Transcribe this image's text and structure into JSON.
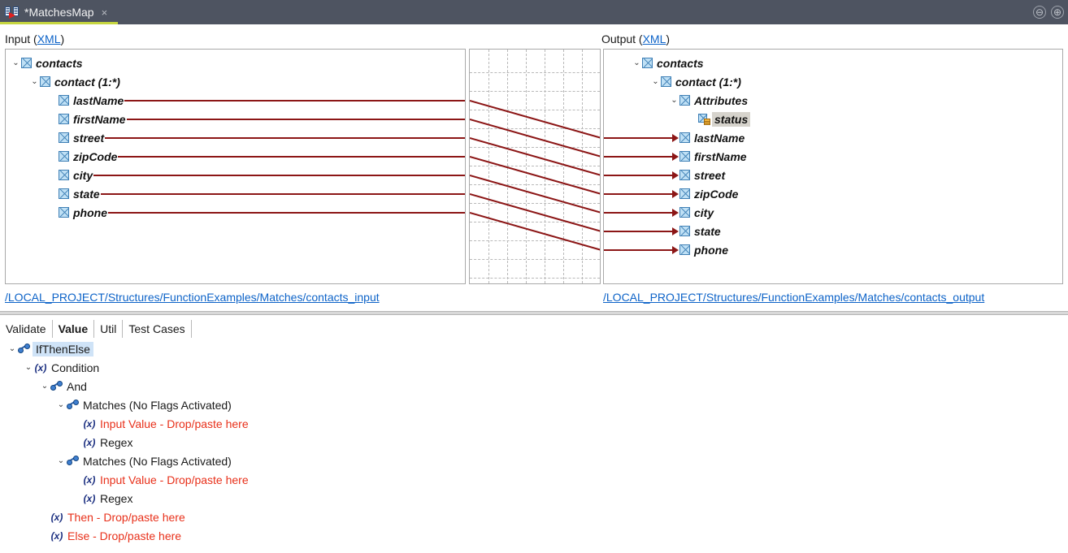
{
  "titlebar": {
    "tab_label": "*MatchesMap",
    "tab_icon": "mapping-document-icon",
    "close_icon": "×",
    "minimize_icon": "⊖",
    "maximize_icon": "⊕",
    "bar_color": "#4e5461",
    "accent_color": "#c6d63f"
  },
  "input_panel": {
    "header_text": "Input (",
    "header_link": "XML",
    "header_suffix": ")",
    "path": "/LOCAL_PROJECT/Structures/FunctionExamples/Matches/contacts_input",
    "nodes": [
      {
        "label": "contacts",
        "depth": 0,
        "twisty": "⌄",
        "icon": "element-icon"
      },
      {
        "label": "contact (1:*)",
        "depth": 1,
        "twisty": "⌄",
        "icon": "element-icon"
      },
      {
        "label": "lastName",
        "depth": 2,
        "twisty": "",
        "icon": "element-icon"
      },
      {
        "label": "firstName",
        "depth": 2,
        "twisty": "",
        "icon": "element-icon"
      },
      {
        "label": "street",
        "depth": 2,
        "twisty": "",
        "icon": "element-icon"
      },
      {
        "label": "zipCode",
        "depth": 2,
        "twisty": "",
        "icon": "element-icon"
      },
      {
        "label": "city",
        "depth": 2,
        "twisty": "",
        "icon": "element-icon"
      },
      {
        "label": "state",
        "depth": 2,
        "twisty": "",
        "icon": "element-icon"
      },
      {
        "label": "phone",
        "depth": 2,
        "twisty": "",
        "icon": "element-icon"
      }
    ]
  },
  "output_panel": {
    "header_text": "Output (",
    "header_link": "XML",
    "header_suffix": ")",
    "path": "/LOCAL_PROJECT/Structures/FunctionExamples/Matches/contacts_output",
    "nodes": [
      {
        "label": "contacts",
        "depth": 0,
        "twisty": "⌄",
        "icon": "element-icon",
        "selected": false,
        "arrow": false
      },
      {
        "label": "contact (1:*)",
        "depth": 1,
        "twisty": "⌄",
        "icon": "element-icon",
        "selected": false,
        "arrow": false
      },
      {
        "label": "Attributes",
        "depth": 2,
        "twisty": "⌄",
        "icon": "element-icon",
        "selected": false,
        "arrow": false
      },
      {
        "label": "status",
        "depth": 3,
        "twisty": "",
        "icon": "attribute-icon",
        "selected": true,
        "arrow": false
      },
      {
        "label": "lastName",
        "depth": 2,
        "twisty": "",
        "icon": "element-icon",
        "selected": false,
        "arrow": true
      },
      {
        "label": "firstName",
        "depth": 2,
        "twisty": "",
        "icon": "element-icon",
        "selected": false,
        "arrow": true
      },
      {
        "label": "street",
        "depth": 2,
        "twisty": "",
        "icon": "element-icon",
        "selected": false,
        "arrow": true
      },
      {
        "label": "zipCode",
        "depth": 2,
        "twisty": "",
        "icon": "element-icon",
        "selected": false,
        "arrow": true
      },
      {
        "label": "city",
        "depth": 2,
        "twisty": "",
        "icon": "element-icon",
        "selected": false,
        "arrow": true
      },
      {
        "label": "state",
        "depth": 2,
        "twisty": "",
        "icon": "element-icon",
        "selected": false,
        "arrow": true
      },
      {
        "label": "phone",
        "depth": 2,
        "twisty": "",
        "icon": "element-icon",
        "selected": false,
        "arrow": true
      }
    ]
  },
  "mapping": {
    "line_color": "#8c1616",
    "grid_color": "#b9b9b9",
    "links": [
      {
        "from": "lastName",
        "to": "lastName"
      },
      {
        "from": "firstName",
        "to": "firstName"
      },
      {
        "from": "street",
        "to": "street"
      },
      {
        "from": "zipCode",
        "to": "zipCode"
      },
      {
        "from": "city",
        "to": "city"
      },
      {
        "from": "state",
        "to": "state"
      },
      {
        "from": "phone",
        "to": "phone"
      }
    ]
  },
  "bottom": {
    "tabs": [
      {
        "label": "Validate",
        "active": false
      },
      {
        "label": "Value",
        "active": true
      },
      {
        "label": "Util",
        "active": false
      },
      {
        "label": "Test Cases",
        "active": false
      }
    ],
    "nodes": [
      {
        "label": "IfThenElse",
        "depth": 0,
        "twisty": "⌄",
        "icon": "function-icon",
        "red": false,
        "selected": true
      },
      {
        "label": "Condition",
        "depth": 1,
        "twisty": "⌄",
        "icon": "variable-icon",
        "red": false,
        "selected": false
      },
      {
        "label": "And",
        "depth": 2,
        "twisty": "⌄",
        "icon": "function-icon",
        "red": false,
        "selected": false
      },
      {
        "label": "Matches (No Flags Activated)",
        "depth": 3,
        "twisty": "⌄",
        "icon": "function-icon",
        "red": false,
        "selected": false
      },
      {
        "label": "Input Value - Drop/paste here",
        "depth": 4,
        "twisty": "",
        "icon": "variable-icon",
        "red": true,
        "selected": false
      },
      {
        "label": "Regex",
        "depth": 4,
        "twisty": "",
        "icon": "variable-icon",
        "red": false,
        "selected": false
      },
      {
        "label": "Matches (No Flags Activated)",
        "depth": 3,
        "twisty": "⌄",
        "icon": "function-icon",
        "red": false,
        "selected": false
      },
      {
        "label": "Input Value - Drop/paste here",
        "depth": 4,
        "twisty": "",
        "icon": "variable-icon",
        "red": true,
        "selected": false
      },
      {
        "label": "Regex",
        "depth": 4,
        "twisty": "",
        "icon": "variable-icon",
        "red": false,
        "selected": false
      },
      {
        "label": "Then - Drop/paste here",
        "depth": 2,
        "twisty": "",
        "icon": "variable-icon",
        "red": true,
        "selected": false
      },
      {
        "label": "Else - Drop/paste here",
        "depth": 2,
        "twisty": "",
        "icon": "variable-icon",
        "red": true,
        "selected": false
      }
    ]
  }
}
